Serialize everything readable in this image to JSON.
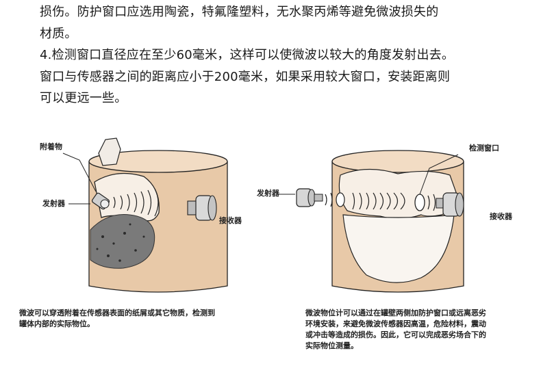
{
  "text": {
    "lines": [
      "损伤。防护窗口应选用陶瓷，特氟隆塑料，无水聚丙烯等避免微波损失的",
      "材质。",
      "4.检测窗口直径应在至少60毫米，这样可以使微波以较大的角度发射出去。",
      "窗口与传感器之间的距离应小于200毫米，如果采用较大窗口，安装距离则",
      "可以更远一些。"
    ]
  },
  "figure_left": {
    "labels": {
      "deposit": "附着物",
      "emitter": "发射器",
      "receiver": "接收器"
    },
    "caption_lines": [
      "微波可以穿透附着在传感器表面的纸屑或其它物质，检测到",
      "罐体内部的实际物位。"
    ]
  },
  "figure_right": {
    "labels": {
      "emitter": "发射器",
      "window": "检测窗口",
      "receiver": "接收器"
    },
    "caption_lines": [
      "微波物位计可以通过在罐壁两侧加防护窗口或远离恶劣",
      "环境安装，来避免微波传感器因高温，危险材料，震动",
      "或冲击等造成的损伤。因此，它可以完成恶劣场合下的",
      "实际物位测量。"
    ]
  },
  "colors": {
    "tank": "#e8c9a8",
    "tank_top": "#f2dcc4",
    "outline": "#222222",
    "material": "#f7efe6"
  }
}
